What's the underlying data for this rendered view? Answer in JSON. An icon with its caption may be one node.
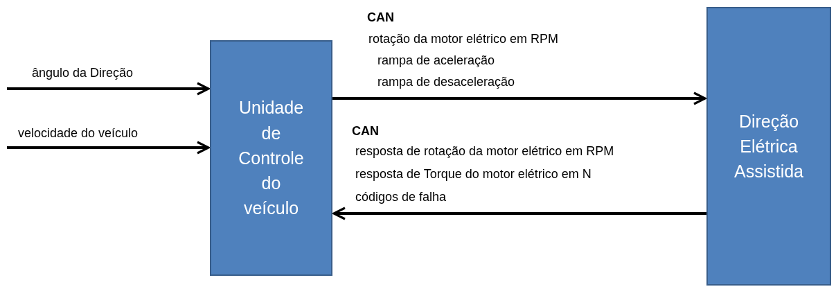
{
  "diagram": {
    "nodes": [
      {
        "text": [
          "Unidade de Controle do veículo"
        ]
      },
      {
        "text": [
          "Direção Elétrica Assistida"
        ]
      }
    ],
    "edges": [
      {
        "from": null,
        "to": 0,
        "arrow": "to",
        "label": "ângulo da Direção"
      },
      {
        "from": null,
        "to": 0,
        "arrow": "to",
        "label": "velocidade do veículo"
      },
      {
        "from": 0,
        "to": 1,
        "arrow": "to"
      },
      {
        "from": 1,
        "to": 0,
        "arrow": "to"
      }
    ],
    "labels": [
      "CAN",
      "rotação da motor elétrico em RPM",
      "rampa de aceleração",
      "rampa de desaceleração",
      "CAN",
      "resposta de rotação da motor elétrico em RPM",
      "resposta de Torque do motor elétrico em N",
      "códigos de falha"
    ]
  }
}
